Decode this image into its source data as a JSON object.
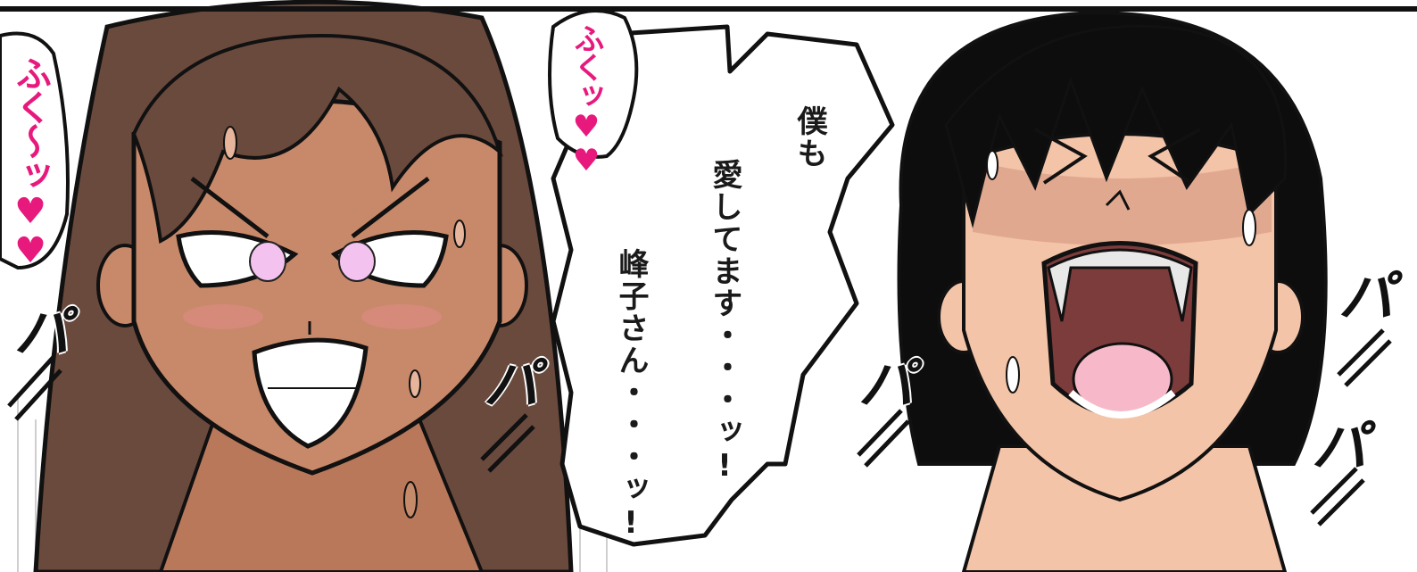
{
  "speech": {
    "line1": "僕も",
    "line2": "愛してます・・・ッ!",
    "line3": "峰子さん・・・ッ!"
  },
  "sfx": {
    "left_moan": "ふく〜ッ♥♥",
    "top_moan": "ふくッ♥♥",
    "pa": "パ"
  },
  "colors": {
    "hair_brown": "#6b4a3e",
    "skin_tan": "#c8896a",
    "skin_light": "#f3c4a8",
    "hair_black": "#0d0d0d",
    "mouth": "#7d3c3c",
    "tongue": "#f7b9c9",
    "sfx_pink": "#e8197d",
    "eye_pink": "#f4c2ee"
  }
}
